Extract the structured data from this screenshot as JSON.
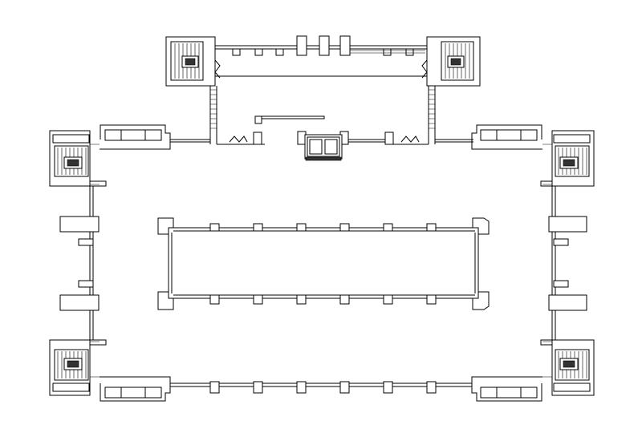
{
  "drawing": {
    "type": "architectural floor plan",
    "line_color": "#000000",
    "background_color": "#ffffff",
    "text_labels": []
  },
  "symbols": {
    "stair_cores": 6,
    "courtyard_piers_per_side": 6,
    "entrance_door": "double-door-icon"
  }
}
